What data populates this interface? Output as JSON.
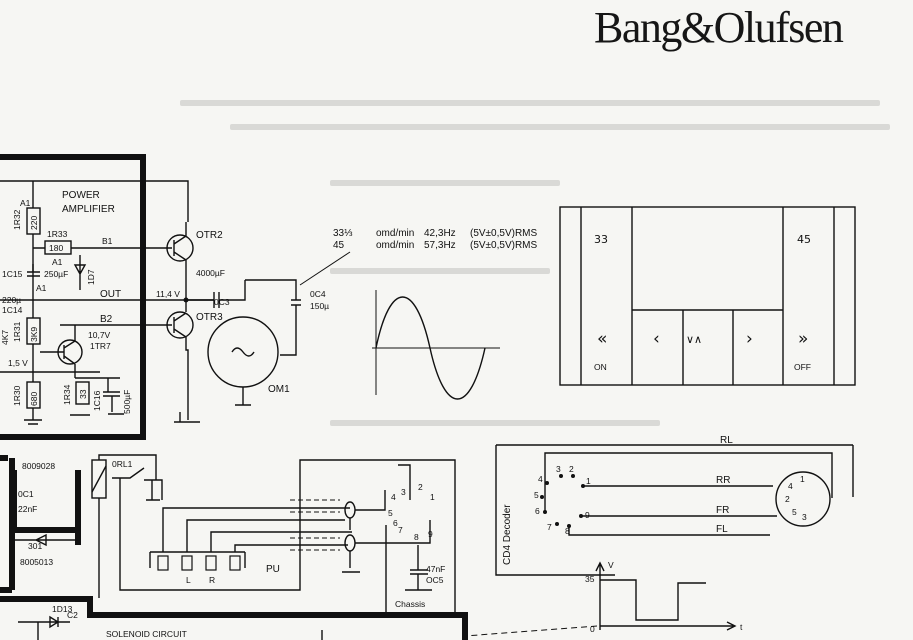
{
  "brand": "Bang&Olufsen",
  "power_amplifier": {
    "title_line1": "POWER",
    "title_line2": "AMPLIFIER",
    "labels": {
      "r32": "1R32",
      "r32v": "220",
      "a1_top": "A1",
      "r33": "1R33",
      "r33v": "180",
      "a1_r33": "A1",
      "b1": "B1",
      "otr2": "OTR2",
      "c15": "1C15",
      "c15v": "250µF",
      "d7": "1D7",
      "a1_c15": "A1",
      "c14": "1C14",
      "c14v": "220µ",
      "r31": "1R31",
      "r31v": "3K9",
      "k7": "4K7",
      "out": "OUT",
      "v114": "11,4 V",
      "b2": "B2",
      "v107": "10,7V",
      "otr3": "OTR3",
      "tr7": "1TR7",
      "v15": "1,5 V",
      "r30": "1R30",
      "r30v": "680",
      "r34": "1R34",
      "r34v": "33",
      "c16": "1C16",
      "c16v": "500µF",
      "c3": "4000µF",
      "c3n": "0C3",
      "c4": "0C4",
      "c4v": "150µ",
      "om1": "OM1"
    }
  },
  "speed_table": {
    "rows": [
      {
        "speed": "33⅓",
        "unit": "omd/min",
        "freq": "42,3Hz",
        "volt": "(5V±0,5V)RMS"
      },
      {
        "speed": "45",
        "unit": "omd/min",
        "freq": "57,3Hz",
        "volt": "(5V±0,5V)RMS"
      }
    ]
  },
  "control_panel": {
    "top_left": "33",
    "top_right": "45",
    "left_symbol": "«",
    "mid_left_symbol": "‹",
    "mid_symbol": "∨∧",
    "mid_right_symbol": "›",
    "right_symbol": "»",
    "on_label": "ON",
    "off_label": "OFF"
  },
  "decoder": {
    "title": "CD4 Decoder",
    "pins": [
      "4",
      "3",
      "2",
      "1",
      "5",
      "6",
      "7",
      "8",
      "9"
    ],
    "lines": [
      "RL",
      "RR",
      "FR",
      "FL"
    ],
    "socket_pins": [
      "4",
      "1",
      "2",
      "5",
      "3"
    ]
  },
  "timing": {
    "v_label": "V",
    "v_value": "35",
    "t_label": "t",
    "zero": "0"
  },
  "pickup": {
    "orl1": "0RL1",
    "part1": "8009028",
    "part2": "8005013",
    "c1": "0C1",
    "c1v": "22nF",
    "d301": "301",
    "pu": "PU",
    "pu_pins": [
      "L",
      "R"
    ],
    "c5": "47nF",
    "c5n": "OC5",
    "chassis": "Chassis",
    "switch_pins": [
      "4",
      "3",
      "2",
      "1",
      "5",
      "7",
      "6",
      "8",
      "9"
    ]
  },
  "solenoid": {
    "title": "SOLENOID CIRCUIT",
    "d13": "1D13",
    "c2": "C2"
  }
}
